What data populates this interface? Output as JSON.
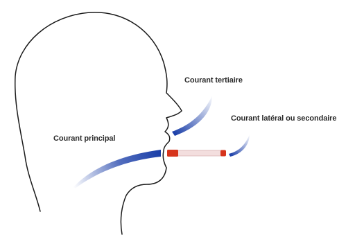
{
  "labels": {
    "tertiary": "Courant tertiaire",
    "lateral": "Courant latéral ou secondaire",
    "main": "Courant principal"
  },
  "colors": {
    "outline": "#1a1a1a",
    "stream_blue": "#1a3ea8",
    "cigarette_body": "#f3dede",
    "cigarette_edge": "#d9b0b0",
    "cigarette_tip": "#d6341c",
    "filter": "#d6341c"
  }
}
